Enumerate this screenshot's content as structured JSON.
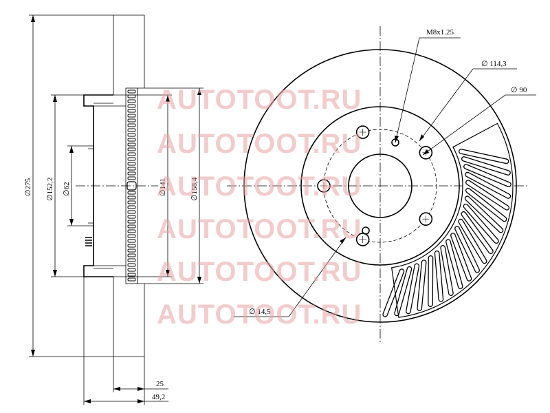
{
  "dimensions": {
    "outer_diameter": "275",
    "hat_diameter": "152,2",
    "center_bore": "62",
    "inner_vent": "141",
    "outer_vent": "158,4",
    "thickness": "25",
    "total_height": "49,2",
    "thread": "M8x1.25",
    "bolt_circle": "114,3",
    "pilot_circle": "90",
    "bolt_hole": "14,5"
  },
  "watermark": {
    "text": "AUTOTOOT.RU",
    "color": "#e7a3a3"
  }
}
